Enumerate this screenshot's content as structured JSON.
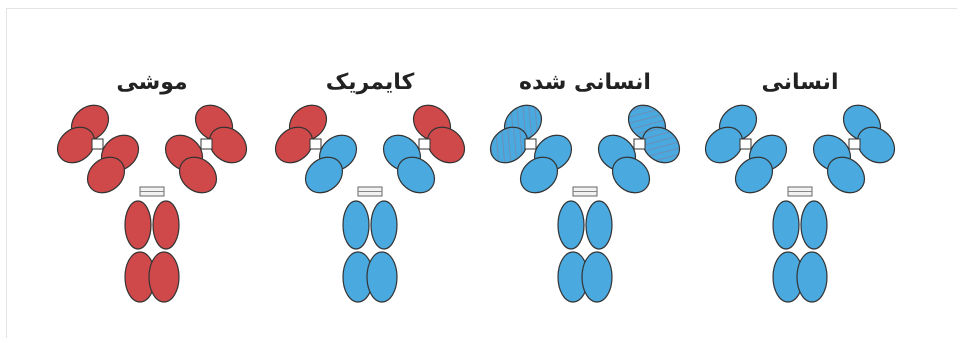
{
  "labels": {
    "mouse": "موشی",
    "chimeric": "کایمریک",
    "humanized": "انسانی شده",
    "human": "انسانی"
  },
  "colors": {
    "mouse_red": "#d0494a",
    "human_blue": "#4aa9de",
    "humanized_stripe": "#6b8fb8"
  }
}
